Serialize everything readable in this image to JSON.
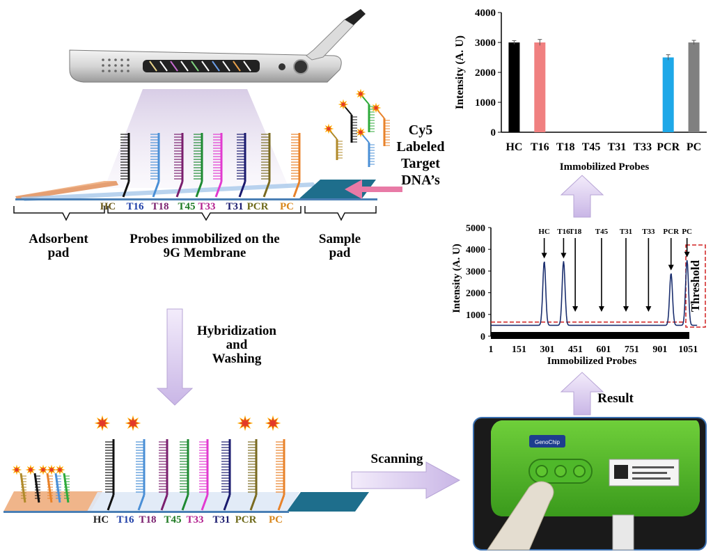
{
  "top_panel": {
    "probe_labels": [
      {
        "text": "HC",
        "color": "#6b5a1a"
      },
      {
        "text": "T16",
        "color": "#1f3fa8"
      },
      {
        "text": "T18",
        "color": "#7a1f6e"
      },
      {
        "text": "T45",
        "color": "#1e7a22"
      },
      {
        "text": "T33",
        "color": "#b3208f"
      },
      {
        "text": "T31",
        "color": "#1a1a6e"
      },
      {
        "text": "PCR",
        "color": "#6e6a1a"
      },
      {
        "text": "PC",
        "color": "#d9861a"
      }
    ],
    "adsorbent_label": "Adsorbent\npad",
    "probes_label": "Probes immobilized on the\n9G Membrane",
    "sample_label": "Sample\npad",
    "cy5_label": "Cy5\nLabeled\nTarget\nDNA’s"
  },
  "hybridization_label": "Hybridization\nand\nWashing",
  "bottom_panel": {
    "probe_labels": [
      {
        "text": "HC",
        "color": "#222222"
      },
      {
        "text": "T16",
        "color": "#1f3fa8"
      },
      {
        "text": "T18",
        "color": "#7a1f6e"
      },
      {
        "text": "T45",
        "color": "#1e7a22"
      },
      {
        "text": "T33",
        "color": "#b3208f"
      },
      {
        "text": "T31",
        "color": "#1a1a6e"
      },
      {
        "text": "PCR",
        "color": "#6e6a1a"
      },
      {
        "text": "PC",
        "color": "#d9861a"
      }
    ]
  },
  "scanning_label": "Scanning",
  "result_label": "Result",
  "scanner_brand": "GenoChip",
  "chart_data": [
    {
      "type": "bar",
      "categories": [
        "HC",
        "T16",
        "T18",
        "T45",
        "T31",
        "T33",
        "PCR",
        "PC"
      ],
      "values": [
        3000,
        3000,
        0,
        0,
        0,
        0,
        2500,
        3000
      ],
      "errors": [
        60,
        100,
        0,
        0,
        0,
        0,
        90,
        70
      ],
      "colors": [
        "#000000",
        "#f08080",
        "#000000",
        "#000000",
        "#000000",
        "#000000",
        "#1ea8e8",
        "#808080"
      ],
      "ylabel": "Intensity (A. U)",
      "xlabel": "Immobilized Probes",
      "ylim": [
        0,
        4000
      ],
      "yticks": [
        0,
        1000,
        2000,
        3000,
        4000
      ]
    },
    {
      "type": "line",
      "ylabel": "Intensity (A. U)",
      "xlabel": "Immobilized Probes",
      "ylim": [
        0,
        5000
      ],
      "yticks": [
        0,
        1000,
        2000,
        3000,
        4000,
        5000
      ],
      "xticks": [
        1,
        151,
        301,
        451,
        601,
        751,
        901,
        1051
      ],
      "xlim": [
        1,
        1150
      ],
      "baseline": 500,
      "threshold": 650,
      "threshold_label": "Threshold",
      "peaks": [
        {
          "label": "HC",
          "x": 285,
          "height": 3450
        },
        {
          "label": "T16",
          "x": 388,
          "height": 3450
        },
        {
          "label": "T18",
          "x": 450,
          "height": 0
        },
        {
          "label": "T45",
          "x": 590,
          "height": 0
        },
        {
          "label": "T31",
          "x": 720,
          "height": 0
        },
        {
          "label": "T33",
          "x": 840,
          "height": 0
        },
        {
          "label": "PCR",
          "x": 960,
          "height": 2900
        },
        {
          "label": "PC",
          "x": 1045,
          "height": 3500
        }
      ]
    }
  ]
}
